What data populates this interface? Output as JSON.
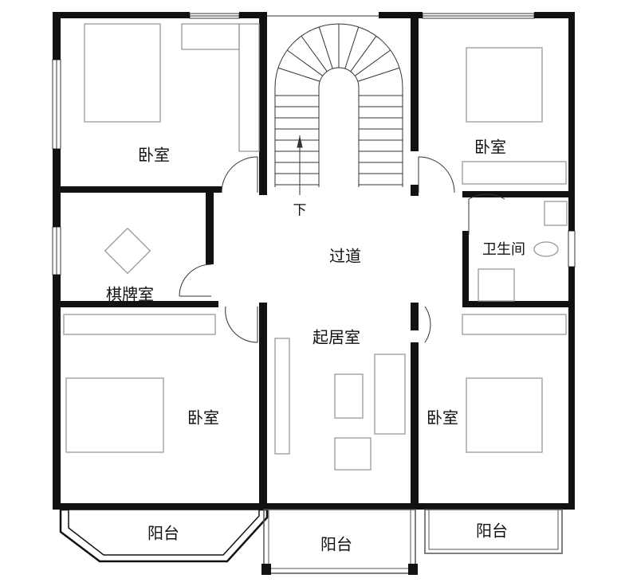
{
  "rooms": {
    "bedroom_top_left": "卧室",
    "bedroom_top_right": "卧室",
    "bedroom_bottom_left": "卧室",
    "bedroom_bottom_right": "卧室",
    "chess_room": "棋牌室",
    "corridor": "过道",
    "living_room": "起居室",
    "bathroom": "卫生间",
    "balcony_left": "阳台",
    "balcony_middle": "阳台",
    "balcony_right": "阳台"
  },
  "stairs": {
    "direction_label": "下"
  }
}
